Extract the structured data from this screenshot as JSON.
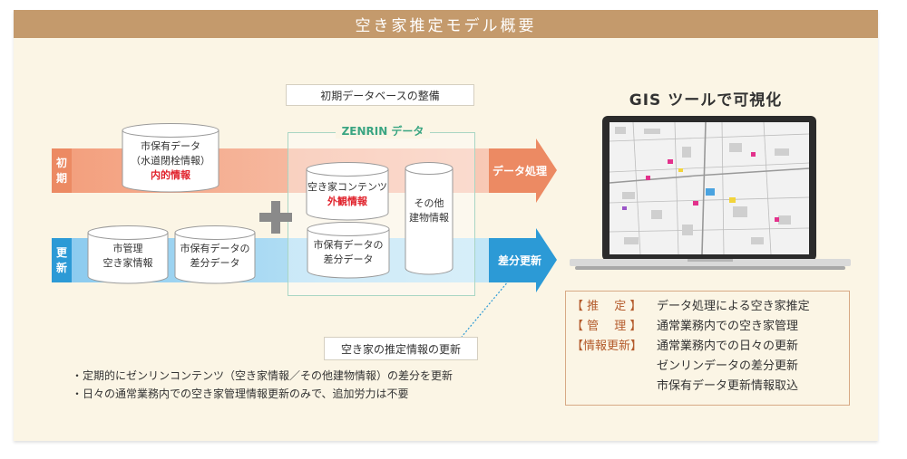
{
  "title": "空き家推定モデル概要",
  "db_box_label": "初期データベースの整備",
  "zenrin_title": "ZENRIN データ",
  "band_initial": {
    "line1": "初",
    "line2": "期",
    "arrow_label": "データ処理"
  },
  "band_update": {
    "line1": "更",
    "line2": "新",
    "arrow_label": "差分更新"
  },
  "cyl_city_owned": {
    "line1": "市保有データ",
    "line2": "（水道閉栓情報）",
    "line3": "内的情報"
  },
  "cyl_city_managed": {
    "line1": "市管理",
    "line2": "空き家情報"
  },
  "cyl_city_diff": {
    "line1": "市保有データの",
    "line2": "差分データ"
  },
  "cyl_vacant_contents": {
    "line1": "空き家コンテンツ",
    "line2": "外観情報"
  },
  "cyl_city_owned_diff": {
    "line1": "市保有データの",
    "line2": "差分データ"
  },
  "cyl_other_buildings": {
    "line1": "その他",
    "line2": "建物情報"
  },
  "update_info_label": "空き家の推定情報の更新",
  "gis_title": "GIS ツールで可視化",
  "info_rows": [
    {
      "key": "【 推　 定 】",
      "lines": [
        "データ処理による空き家推定"
      ]
    },
    {
      "key": "【 管　 理 】",
      "lines": [
        "通常業務内での空き家管理"
      ]
    },
    {
      "key": "【情報更新】",
      "lines": [
        "通常業務内での日々の更新",
        "ゼンリンデータの差分更新",
        "市保有データ更新情報取込"
      ]
    }
  ],
  "notes": [
    "・定期的にゼンリンコンテンツ（空き家情報／その他建物情報）の差分を更新",
    "・日々の通常業務内での空き家管理情報更新のみで、追加労力は不要"
  ],
  "colors": {
    "header": "#c49a6c",
    "initial_band": "#f4a98a",
    "initial_dark": "#ec8a63",
    "update_band": "#9fd3f0",
    "update_dark": "#2c9ad6",
    "plus": "#8a8a8a",
    "zenrin": "#3aa582",
    "red": "#e0202a"
  }
}
